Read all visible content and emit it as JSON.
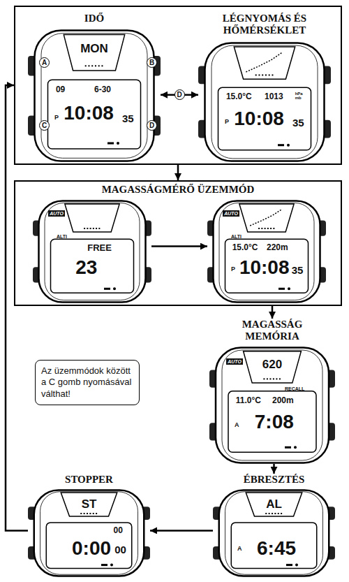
{
  "diagram": {
    "nodes": [
      {
        "text": []
      },
      {
        "text": [
          "IDŐ",
          "MON",
          "09",
          "6-30",
          "P",
          "10:08",
          "35"
        ],
        "in": 0
      },
      {
        "text": [
          "LÉGNYOMÁS ÉS HŐMÉRSÉKLET",
          "15.0°C",
          "1013",
          "hPa mb",
          "P",
          "10:08",
          "35"
        ],
        "in": 0
      },
      {
        "text": [
          "MAGASSÁGMÉRŐ ÜZEMMÓD"
        ]
      },
      {
        "text": [
          "AUTO",
          "ALTI",
          "FREE",
          "23"
        ],
        "in": 3
      },
      {
        "text": [
          "AUTO",
          "ALTI",
          "15.0°C",
          "220m",
          "P",
          "10:08",
          "35"
        ],
        "in": 3
      },
      {
        "text": [
          "MAGASSÁG MEMÓRIA",
          "AUTO",
          "620",
          "RECALL",
          "11.0°C",
          "200m",
          "A",
          "7:08"
        ]
      },
      {
        "text": [
          "Az üzemmódok között a C gomb nyomásával válthat!"
        ]
      },
      {
        "text": [
          "ÉBRESZTÉS",
          "AL",
          "A",
          "6:45"
        ]
      },
      {
        "text": [
          "STOPPER",
          "ST",
          "00",
          "0:00",
          "00"
        ]
      }
    ],
    "edges": [
      {
        "from": 0,
        "to": 3,
        "arrow": "to"
      },
      {
        "from": 1,
        "to": 2,
        "label": "D",
        "arrow": "both"
      },
      {
        "from": 4,
        "to": 5,
        "arrow": "to"
      },
      {
        "from": 3,
        "to": 6,
        "arrow": "to"
      },
      {
        "from": 6,
        "to": 8,
        "arrow": "to"
      },
      {
        "from": 8,
        "to": 9,
        "arrow": "to"
      },
      {
        "from": 9,
        "to": 0,
        "arrow": "to"
      }
    ],
    "labels": [
      "A",
      "B",
      "C",
      "D"
    ]
  }
}
